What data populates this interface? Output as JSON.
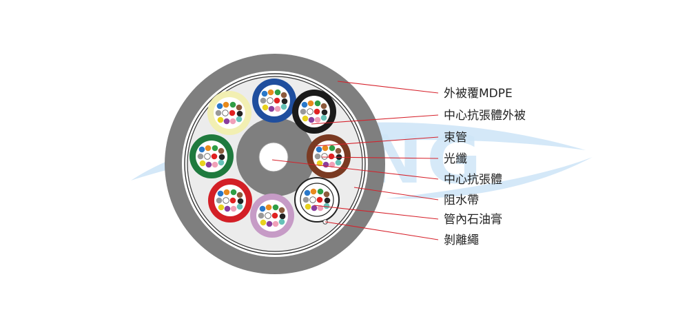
{
  "diagram": {
    "callouts": [
      {
        "label": "外被覆MDPE"
      },
      {
        "label": "中心抗張體外被"
      },
      {
        "label": "束管"
      },
      {
        "label": "光纖"
      },
      {
        "label": "中心抗張體"
      },
      {
        "label": "阻水帶"
      },
      {
        "label": "管內石油膏"
      },
      {
        "label": "剝離繩"
      }
    ],
    "watermark": {
      "text": "YING"
    },
    "tubes": [
      {
        "color": "#1f4e9e"
      },
      {
        "color": "#1a1a1a"
      },
      {
        "color": "#7a3a22"
      },
      {
        "color": "#ffffff"
      },
      {
        "color": "#c69bc6"
      },
      {
        "color": "#d31f26"
      },
      {
        "color": "#1f7a3e"
      },
      {
        "color": "#f2efb2"
      }
    ],
    "fiber_colors": [
      "#2a78c9",
      "#e88a1e",
      "#2f9e45",
      "#8c5a3c",
      "#999999",
      "#ffffff",
      "#e02222",
      "#222222",
      "#e8d21f",
      "#8a3e9e",
      "#f0a0b8",
      "#66c2b8"
    ],
    "colors": {
      "jacket": "#7f7f7f",
      "tape": "#ffffff",
      "core_fill": "#ececec",
      "central_member_jacket": "#7f7f7f",
      "leader_line": "#d6202a",
      "watermark": "#cfe6f7"
    }
  }
}
